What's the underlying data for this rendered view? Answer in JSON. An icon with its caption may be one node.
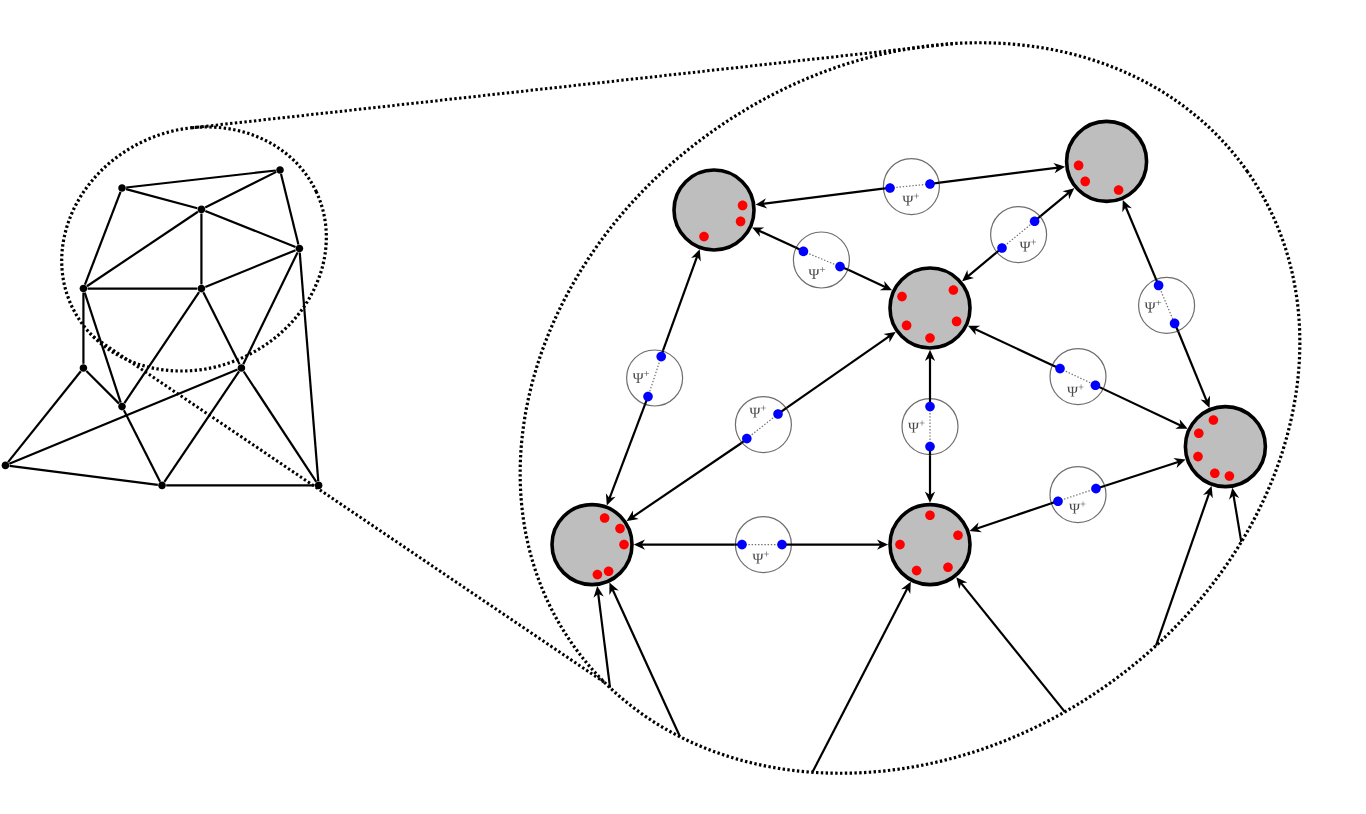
{
  "diagram": {
    "nodes": [
      {
        "text": [],
        "shape": "ellipse"
      },
      {
        "text": [],
        "shape": "circle",
        "in": 0
      },
      {
        "text": [],
        "shape": "circle",
        "in": 0
      },
      {
        "text": [],
        "shape": "circle",
        "in": 0
      },
      {
        "text": [],
        "shape": "circle",
        "in": 0
      },
      {
        "text": [],
        "shape": "circle",
        "in": 0
      },
      {
        "text": [],
        "shape": "circle",
        "in": 0
      },
      {
        "text": [],
        "shape": "circle"
      },
      {
        "text": [],
        "shape": "circle"
      },
      {
        "text": [],
        "shape": "circle"
      },
      {
        "text": [],
        "shape": "circle"
      },
      {
        "text": [],
        "shape": "circle"
      },
      {
        "text": [],
        "shape": "circle"
      },
      {
        "text": [],
        "shape": "ellipse"
      },
      {
        "text": [],
        "shape": "circle",
        "in": 13
      },
      {
        "text": [
          "Ψ$^{+}$"
        ],
        "in": 13
      },
      {
        "text": [],
        "shape": "circle",
        "in": 13
      },
      {
        "text": [
          "Ψ$^{+}$"
        ],
        "in": 13
      },
      {
        "text": [],
        "shape": "circle",
        "in": 13
      },
      {
        "text": [
          "Ψ$^{+}$"
        ],
        "in": 13
      },
      {
        "text": [
          "Ψ$^{+}$"
        ],
        "in": 13
      },
      {
        "text": [
          "Ψ$^{+}$"
        ],
        "in": 13
      },
      {
        "text": [
          "Ψ$^{+}$"
        ],
        "in": 13
      },
      {
        "text": [
          "Ψ$^{+}$"
        ],
        "in": 13
      },
      {
        "text": [
          "Ψ$^{+}$"
        ],
        "in": 13
      },
      {
        "text": [],
        "shape": "circle",
        "in": 13
      },
      {
        "text": [
          "Ψ$^{+}$"
        ],
        "in": 13
      },
      {
        "text": [],
        "shape": "circle",
        "in": 13
      },
      {
        "text": [
          "Ψ$^{+}$"
        ],
        "in": 13
      },
      {
        "text": [],
        "shape": "circle",
        "in": 13
      }
    ],
    "edges": [
      {
        "from": 1,
        "to": 2,
        "arrow": "none"
      },
      {
        "from": 1,
        "to": 3,
        "arrow": "none"
      },
      {
        "from": 2,
        "to": 3,
        "arrow": "none"
      },
      {
        "from": 1,
        "to": 5,
        "arrow": "none"
      },
      {
        "from": 3,
        "to": 5,
        "arrow": "none"
      },
      {
        "from": 3,
        "to": 6,
        "arrow": "none"
      },
      {
        "from": 3,
        "to": 4,
        "arrow": "none"
      },
      {
        "from": 2,
        "to": 4,
        "arrow": "none"
      },
      {
        "from": 5,
        "to": 6,
        "arrow": "none"
      },
      {
        "from": 6,
        "to": 4,
        "arrow": "none"
      },
      {
        "from": 5,
        "to": 7,
        "arrow": "none"
      },
      {
        "from": 5,
        "to": 9,
        "arrow": "none"
      },
      {
        "from": 6,
        "to": 9,
        "arrow": "none"
      },
      {
        "from": 6,
        "to": 8,
        "arrow": "none"
      },
      {
        "from": 4,
        "to": 8,
        "arrow": "none"
      },
      {
        "from": 4,
        "to": 12,
        "arrow": "none"
      },
      {
        "from": 7,
        "to": 10,
        "arrow": "none"
      },
      {
        "from": 7,
        "to": 9,
        "arrow": "none"
      },
      {
        "from": 10,
        "to": 8,
        "arrow": "none"
      },
      {
        "from": 9,
        "to": 11,
        "arrow": "none"
      },
      {
        "from": 8,
        "to": 11,
        "arrow": "none"
      },
      {
        "from": 8,
        "to": 12,
        "arrow": "none"
      },
      {
        "from": 10,
        "to": 11,
        "arrow": "none"
      },
      {
        "from": 11,
        "to": 12,
        "arrow": "none"
      },
      {
        "from": 0,
        "to": 13,
        "arrow": "none",
        "style": "dashed"
      },
      {
        "from": 0,
        "to": 13,
        "arrow": "none",
        "style": "dashed"
      },
      {
        "from": 15,
        "to": 14,
        "arrow": "to"
      },
      {
        "from": 15,
        "to": 16,
        "arrow": "to"
      },
      {
        "from": 17,
        "to": 14,
        "arrow": "to"
      },
      {
        "from": 17,
        "to": 18,
        "arrow": "to"
      },
      {
        "from": 19,
        "to": 16,
        "arrow": "to"
      },
      {
        "from": 19,
        "to": 18,
        "arrow": "to"
      },
      {
        "from": 20,
        "to": 16,
        "arrow": "to"
      },
      {
        "from": 20,
        "to": 25,
        "arrow": "to"
      },
      {
        "from": 21,
        "to": 14,
        "arrow": "to"
      },
      {
        "from": 21,
        "to": 27,
        "arrow": "to"
      },
      {
        "from": 22,
        "to": 18,
        "arrow": "to"
      },
      {
        "from": 22,
        "to": 27,
        "arrow": "to"
      },
      {
        "from": 23,
        "to": 18,
        "arrow": "to"
      },
      {
        "from": 23,
        "to": 29,
        "arrow": "to"
      },
      {
        "from": 24,
        "to": 18,
        "arrow": "to"
      },
      {
        "from": 24,
        "to": 25,
        "arrow": "to"
      },
      {
        "from": 26,
        "to": 29,
        "arrow": "to"
      },
      {
        "from": 26,
        "to": 25,
        "arrow": "to"
      },
      {
        "from": 28,
        "to": 27,
        "arrow": "to"
      },
      {
        "from": 28,
        "to": 29,
        "arrow": "to"
      },
      {
        "from": 13,
        "to": 27,
        "arrow": "to"
      },
      {
        "from": 13,
        "to": 27,
        "arrow": "to"
      },
      {
        "from": 13,
        "to": 29,
        "arrow": "to"
      },
      {
        "from": 13,
        "to": 29,
        "arrow": "to"
      },
      {
        "from": 13,
        "to": 25,
        "arrow": "to"
      },
      {
        "from": 13,
        "to": 25,
        "arrow": "to"
      }
    ]
  }
}
